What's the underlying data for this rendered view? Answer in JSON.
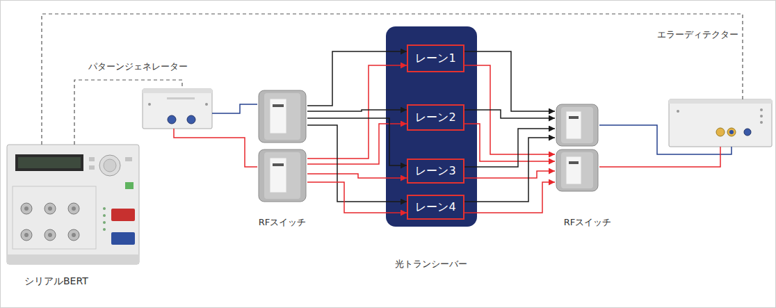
{
  "diagram": {
    "nodes": [
      {
        "text": [
          "シリアルBERT"
        ]
      },
      {
        "text": [
          "パターンジェネレーター"
        ]
      },
      {
        "text": [
          "RFスイッチ"
        ]
      },
      {
        "text": [
          "光トランシーバー"
        ]
      },
      {
        "text": [
          "レーン1"
        ],
        "in": 3
      },
      {
        "text": [
          "レーン2"
        ],
        "in": 3
      },
      {
        "text": [
          "レーン3"
        ],
        "in": 3
      },
      {
        "text": [
          "レーン4"
        ],
        "in": 3
      },
      {
        "text": [
          "RFスイッチ"
        ]
      },
      {
        "text": [
          "エラーディテクター"
        ]
      }
    ],
    "edges": [
      {
        "from": 0,
        "to": 9,
        "arrow": "none"
      },
      {
        "from": 0,
        "to": 1,
        "arrow": "none"
      },
      {
        "from": 1,
        "to": 2,
        "arrow": "none"
      },
      {
        "from": 1,
        "to": 2,
        "arrow": "none"
      },
      {
        "from": 2,
        "to": 4,
        "arrow": "to"
      },
      {
        "from": 2,
        "to": 4,
        "arrow": "to"
      },
      {
        "from": 2,
        "to": 5,
        "arrow": "to"
      },
      {
        "from": 2,
        "to": 5,
        "arrow": "to"
      },
      {
        "from": 2,
        "to": 6,
        "arrow": "to"
      },
      {
        "from": 2,
        "to": 6,
        "arrow": "to"
      },
      {
        "from": 2,
        "to": 7,
        "arrow": "to"
      },
      {
        "from": 2,
        "to": 7,
        "arrow": "to"
      },
      {
        "from": 4,
        "to": 8,
        "arrow": "to"
      },
      {
        "from": 4,
        "to": 8,
        "arrow": "to"
      },
      {
        "from": 5,
        "to": 8,
        "arrow": "to"
      },
      {
        "from": 5,
        "to": 8,
        "arrow": "to"
      },
      {
        "from": 6,
        "to": 8,
        "arrow": "to"
      },
      {
        "from": 6,
        "to": 8,
        "arrow": "to"
      },
      {
        "from": 7,
        "to": 8,
        "arrow": "to"
      },
      {
        "from": 7,
        "to": 8,
        "arrow": "to"
      },
      {
        "from": 8,
        "to": 9,
        "arrow": "none"
      },
      {
        "from": 8,
        "to": 9,
        "arrow": "none"
      }
    ]
  }
}
